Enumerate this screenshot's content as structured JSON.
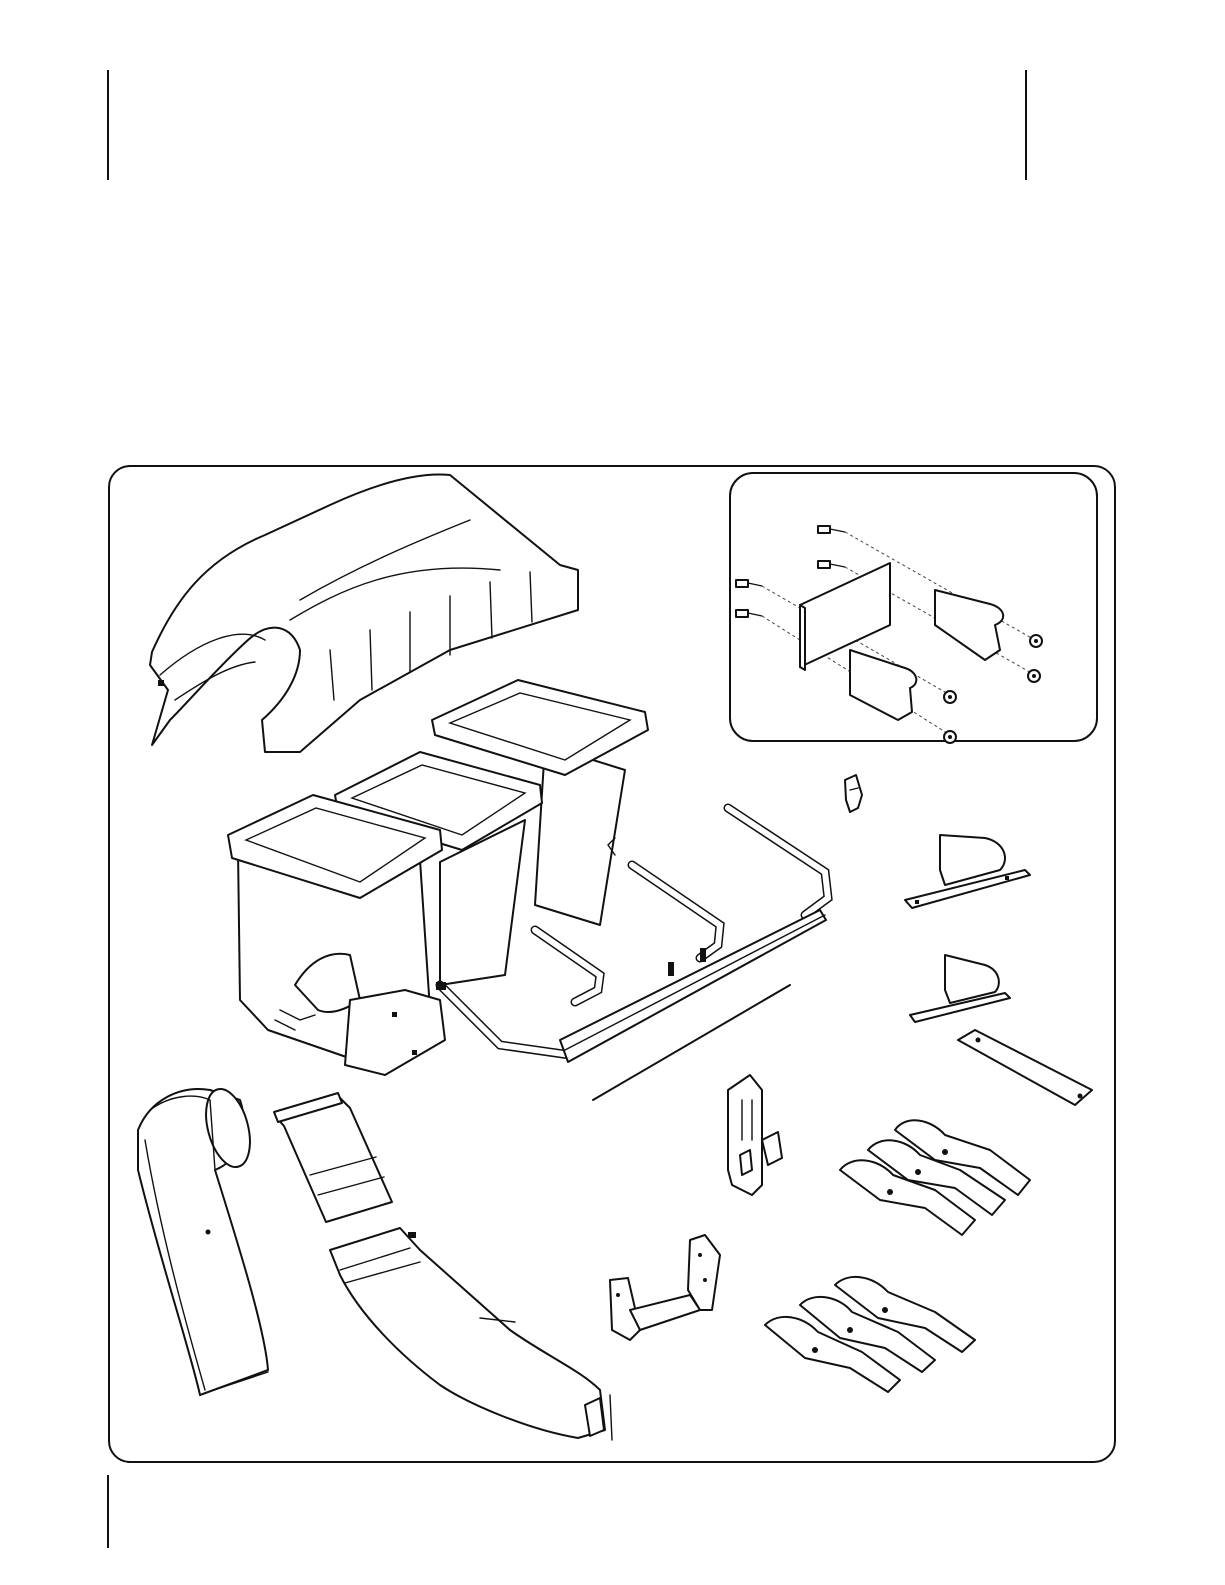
{
  "page": {
    "background": "#ffffff",
    "line_color": "#111111"
  },
  "illustration": {
    "parts": [
      {
        "id": "bagger-cover",
        "icon": "bagger-cover-icon"
      },
      {
        "id": "inset-bracket-kit",
        "icon": "bracket-kit-icon"
      },
      {
        "id": "collection-bags",
        "icon": "collection-bags-icon"
      },
      {
        "id": "bag-frame",
        "icon": "bag-frame-icon"
      },
      {
        "id": "latch-clip",
        "icon": "latch-clip-icon"
      },
      {
        "id": "baffle-upper",
        "icon": "baffle-icon"
      },
      {
        "id": "baffle-lower",
        "icon": "baffle-icon"
      },
      {
        "id": "flat-plate",
        "icon": "flat-plate-icon"
      },
      {
        "id": "support-rod",
        "icon": "rod-icon"
      },
      {
        "id": "upper-chute",
        "icon": "chute-elbow-icon"
      },
      {
        "id": "lower-chute",
        "icon": "chute-tube-icon"
      },
      {
        "id": "mount-bracket-vertical",
        "icon": "mount-bracket-icon"
      },
      {
        "id": "mount-bracket-u",
        "icon": "u-bracket-icon"
      },
      {
        "id": "blade-set-upper",
        "icon": "blade-set-icon"
      },
      {
        "id": "blade-set-lower",
        "icon": "blade-set-icon"
      }
    ]
  }
}
